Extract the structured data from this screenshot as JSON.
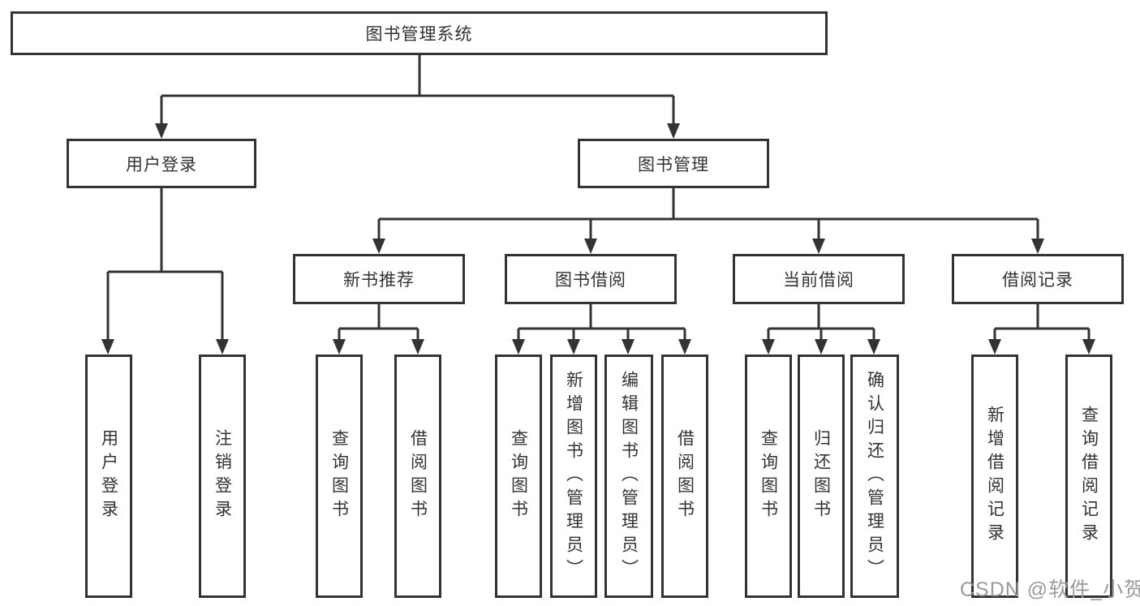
{
  "diagram_title": "图书管理系统",
  "colors": {
    "line": "#333333",
    "text": "#333333",
    "background": "#ffffff",
    "watermark": "#9b9b9b"
  },
  "tree": {
    "label": "图书管理系统",
    "children": [
      {
        "label": "用户登录",
        "children": [
          {
            "label": "用户登录"
          },
          {
            "label": "注销登录"
          }
        ]
      },
      {
        "label": "图书管理",
        "children": [
          {
            "label": "新书推荐",
            "children": [
              {
                "label": "查询图书"
              },
              {
                "label": "借阅图书"
              }
            ]
          },
          {
            "label": "图书借阅",
            "children": [
              {
                "label": "查询图书"
              },
              {
                "label": "新增图书（管理员）"
              },
              {
                "label": "编辑图书（管理员）"
              },
              {
                "label": "借阅图书"
              }
            ]
          },
          {
            "label": "当前借阅",
            "children": [
              {
                "label": "查询图书"
              },
              {
                "label": "归还图书"
              },
              {
                "label": "确认归还（管理员）"
              }
            ]
          },
          {
            "label": "借阅记录",
            "children": [
              {
                "label": "新增借阅记录"
              },
              {
                "label": "查询借阅记录"
              }
            ]
          }
        ]
      }
    ]
  },
  "watermark": {
    "text": "CSDN @软件_小贺同学"
  }
}
